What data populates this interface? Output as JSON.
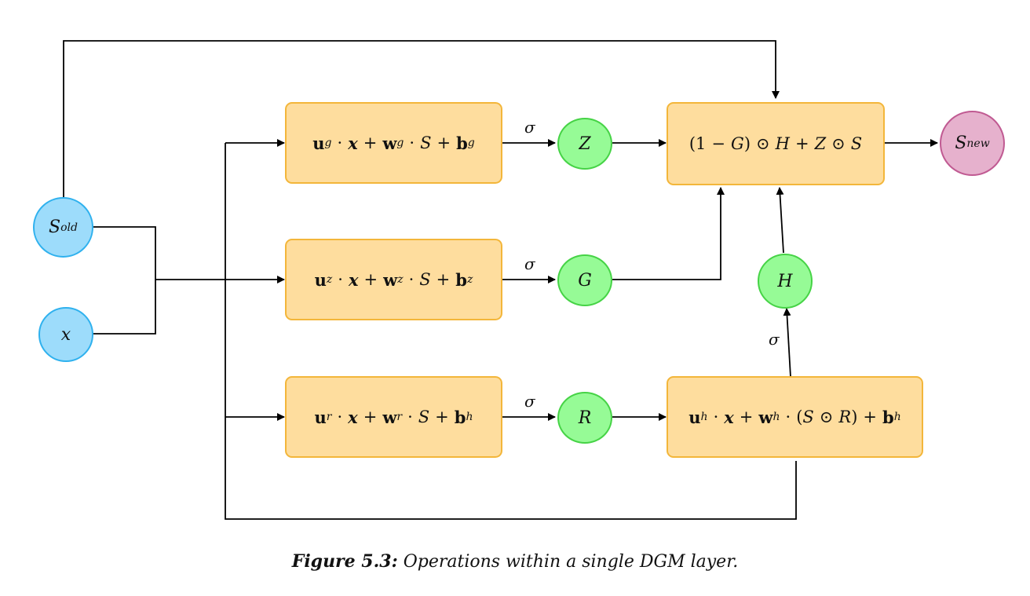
{
  "nodes": {
    "s_old": {
      "base": "S",
      "sup": "old"
    },
    "x": "x",
    "z": "Z",
    "g": "G",
    "r": "R",
    "h": "H",
    "s_new": {
      "base": "S",
      "sup": "new"
    }
  },
  "sigma": "σ",
  "boxes": {
    "gate_g": {
      "u": "u",
      "u_sup": "g",
      "x": "x",
      "w": "w",
      "w_sup": "g",
      "s": "S",
      "b": "b",
      "b_sup": "g"
    },
    "gate_z": {
      "u": "u",
      "u_sup": "z",
      "x": "x",
      "w": "w",
      "w_sup": "z",
      "s": "S",
      "b": "b",
      "b_sup": "z"
    },
    "gate_r": {
      "u": "u",
      "u_sup": "r",
      "x": "x",
      "w": "w",
      "w_sup": "r",
      "s": "S",
      "b": "b",
      "b_sup": "h"
    },
    "gate_h": {
      "u": "u",
      "u_sup": "h",
      "x": "x",
      "w": "w",
      "w_sup": "h",
      "s": "S",
      "r": "R",
      "b": "b",
      "b_sup": "h"
    },
    "update": {
      "one": "1",
      "g": "G",
      "h": "H",
      "z": "Z",
      "s": "S"
    }
  },
  "operators": {
    "dot": "·",
    "plus": "+",
    "minus": "−",
    "odot": "⊙",
    "lparen": "(",
    "rparen": ")"
  },
  "caption": {
    "label": "Figure 5.3:",
    "text": "Operations within a single DGM layer."
  },
  "colors": {
    "box_fill": "#fedd9e",
    "box_border": "#f3b63a",
    "input_fill": "#9ddcfb",
    "hidden_fill": "#96fb96",
    "output_fill": "#e6b1cd",
    "annotation_red": "#e0201c"
  }
}
